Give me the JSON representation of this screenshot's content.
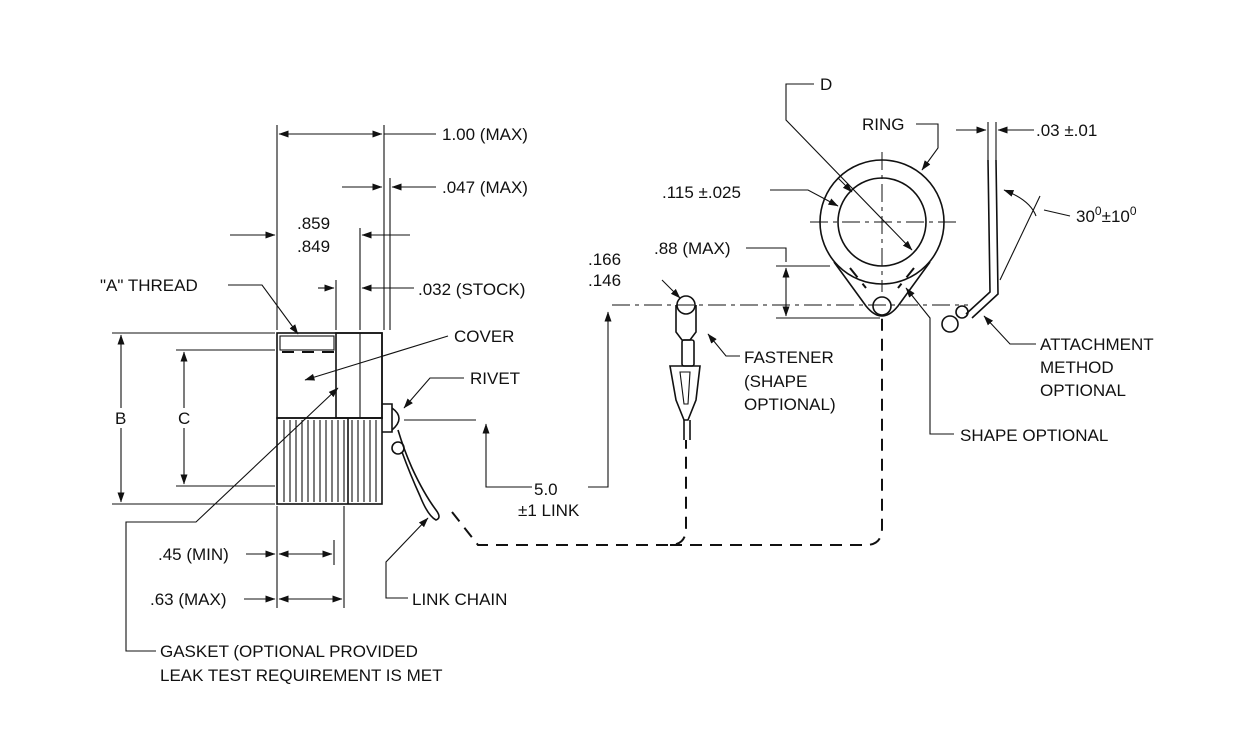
{
  "labels": {
    "dim_overall": "1.00 (MAX)",
    "dim_cover_thk": ".047 (MAX)",
    "dim_dia_top": ".859",
    "dim_dia_bot": ".849",
    "dim_stock": ".032 (STOCK)",
    "a_thread": "\"A\" THREAD",
    "cover": "COVER",
    "rivet": "RIVET",
    "b": "B",
    "c": "C",
    "link_len": "5.0",
    "link_tol": "±1 LINK",
    "min_45": ".45 (MIN)",
    "max_63": ".63 (MAX)",
    "link_chain": "LINK CHAIN",
    "gasket_1": "GASKET (OPTIONAL PROVIDED",
    "gasket_2": "LEAK TEST REQUIREMENT IS MET",
    "fast_dia_top": ".166",
    "fast_dia_bot": ".146",
    "fastener_1": "FASTENER",
    "fastener_2": "(SHAPE",
    "fastener_3": "OPTIONAL)",
    "d": "D",
    "ring": "RING",
    "ring_wire": ".115 ±.025",
    "ring_height": ".88 (MAX)",
    "shape_optional": "SHAPE OPTIONAL",
    "wire_thk": ".03 ±.01",
    "angle_base": "30",
    "angle_sup1": "0",
    "angle_pm": "±10",
    "angle_sup2": "0",
    "attach_1": "ATTACHMENT",
    "attach_2": "METHOD",
    "attach_3": "OPTIONAL"
  }
}
